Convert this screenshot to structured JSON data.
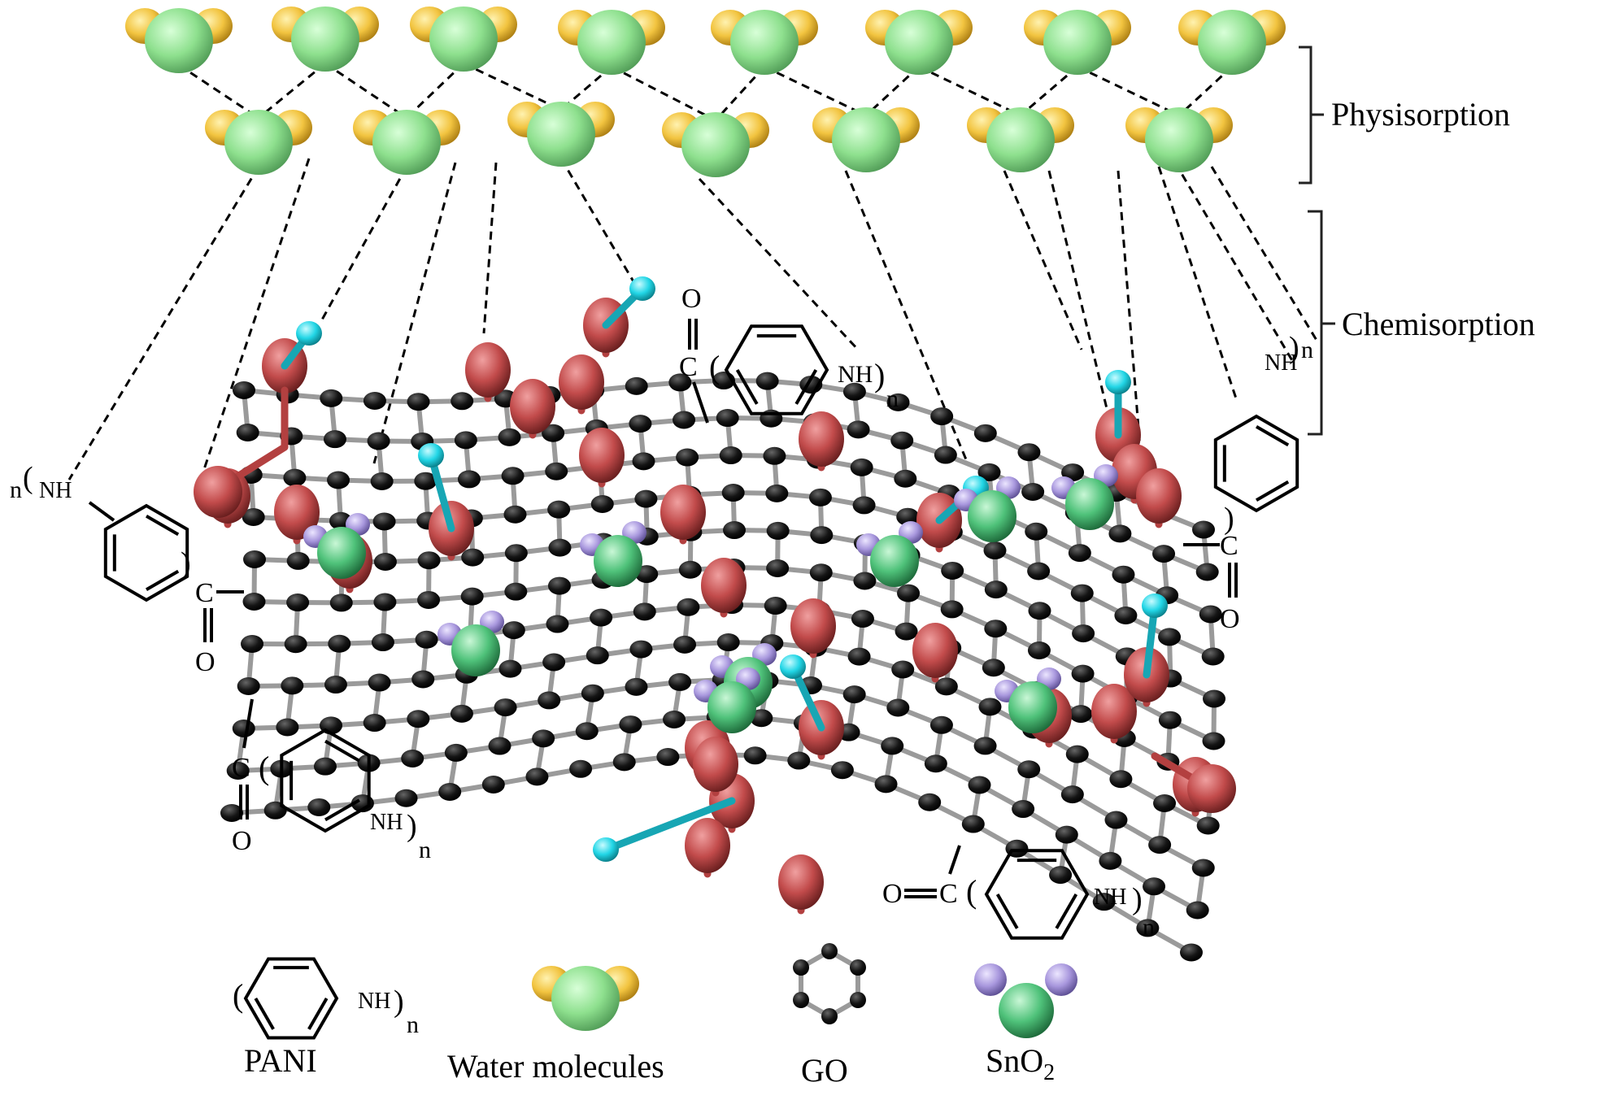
{
  "labels": {
    "physisorption": "Physisorption",
    "chemisorption": "Chemisorption"
  },
  "chem": {
    "C": "C",
    "O": "O",
    "NH": "NH",
    "n": "n",
    "paren_open": "(",
    "paren_close": ")"
  },
  "legend": {
    "pani": "PANI",
    "water": "Water molecules",
    "go": "GO",
    "sno2_main": "SnO",
    "sno2_sub": "2"
  },
  "colors": {
    "water_o": "#8ee08e",
    "water_h": "#f2c440",
    "carbon": "#111111",
    "oxygen": "#c24b4b",
    "hydrogen": "#22d6e6",
    "tin": "#4fc27a",
    "sn_o": "#a897dd",
    "grid_bond": "#9a9a9a"
  },
  "icons": {
    "water": "water-molecule-icon",
    "go": "graphene-hexagon-icon",
    "sno2": "sno2-molecule-icon",
    "pani": "pani-ring-icon"
  }
}
